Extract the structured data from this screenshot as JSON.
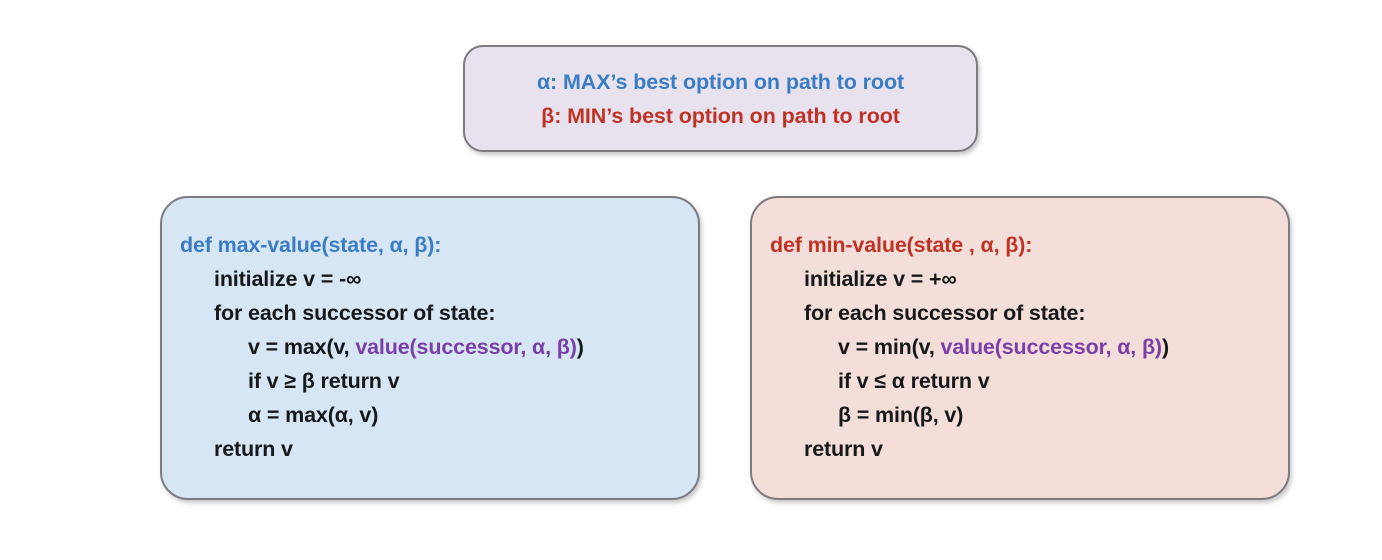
{
  "legend": {
    "alpha_line": "α: MAX’s best option on path to root",
    "beta_line": "β: MIN’s best option on path to root",
    "alpha_color": "#3b7dc4",
    "beta_color": "#bf3326",
    "background_color": "#e8e2ef",
    "border_color": "#7d7b80"
  },
  "max_panel": {
    "background_color": "#d6e6f4",
    "signature_color": "#3b7dc4",
    "signature": "def max-value(state, α, β):",
    "lines": [
      {
        "indent": 1,
        "text": "initialize v = -∞"
      },
      {
        "indent": 1,
        "text": "for each successor of state:"
      },
      {
        "indent": 2,
        "prefix": "v = max(v, ",
        "highlight": "value(successor, α, β)",
        "suffix": ")"
      },
      {
        "indent": 2,
        "text": "if v ≥ β return v"
      },
      {
        "indent": 2,
        "text": "α = max(α, v)"
      },
      {
        "indent": 1,
        "text": "return v"
      }
    ]
  },
  "min_panel": {
    "background_color": "#f4ded9",
    "signature_color": "#bf3326",
    "signature": "def min-value(state , α, β):",
    "lines": [
      {
        "indent": 1,
        "text": "initialize v = +∞"
      },
      {
        "indent": 1,
        "text": "for each successor of state:"
      },
      {
        "indent": 2,
        "prefix": "v = min(v, ",
        "highlight": "value(successor, α, β)",
        "suffix": ")"
      },
      {
        "indent": 2,
        "text": "if v ≤ α return v"
      },
      {
        "indent": 2,
        "text": "β = min(β, v)"
      },
      {
        "indent": 1,
        "text": "return v"
      }
    ]
  },
  "tokens": {
    "highlight_color": "#7b3fa8"
  }
}
